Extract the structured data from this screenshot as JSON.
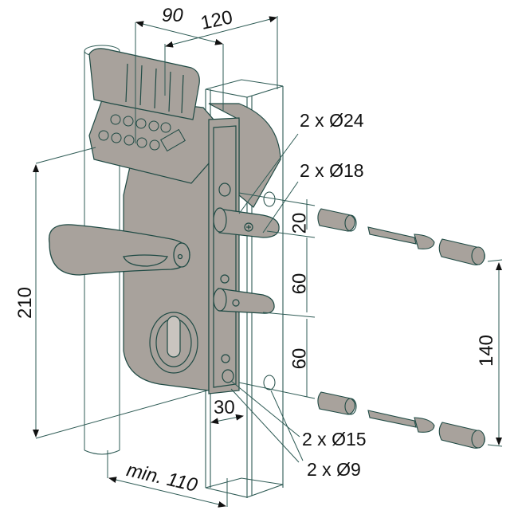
{
  "diagram": {
    "subject": "Gate lock with mechanical code keypad, lever handle and euro-cylinder, mounted on square gate post",
    "colors": {
      "part_fill": "#a8a29c",
      "line": "#1f4a44",
      "dimension_line": "#2e5b55",
      "text": "#111111",
      "background": "#ffffff"
    },
    "dimensions": {
      "top_90": "90",
      "top_120": "120",
      "height_210": "210",
      "spacing_20": "20",
      "spacing_60_upper": "60",
      "spacing_60_lower": "60",
      "spacing_140": "140",
      "depth_30": "30",
      "min_110": "min. 110"
    },
    "callouts": {
      "hole_24": "2 x Ø24",
      "hole_18": "2 x Ø18",
      "hole_15": "2 x Ø15",
      "hole_9": "2 x Ø9"
    },
    "parts": [
      "keypad-lid",
      "keypad-buttons",
      "lock-body",
      "lever-handle",
      "euro-cylinder",
      "faceplate",
      "bolt-upper",
      "bolt-lower",
      "gate-post",
      "spacer-sleeve",
      "threaded-screw",
      "end-cap"
    ]
  }
}
